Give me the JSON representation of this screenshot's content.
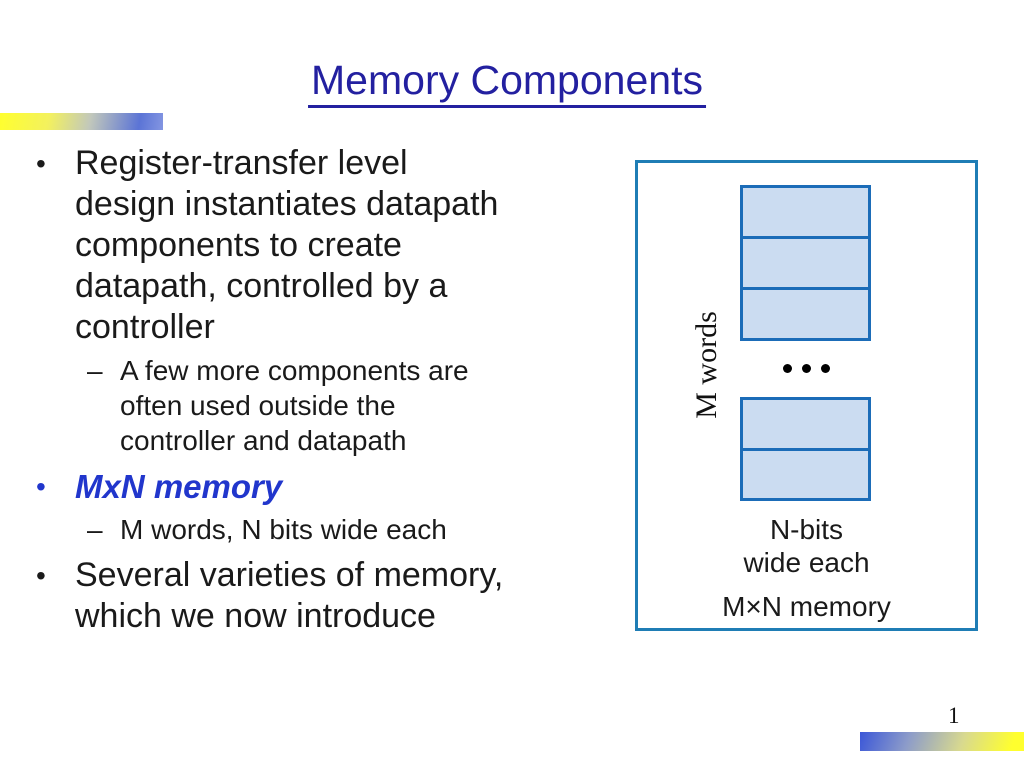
{
  "title": {
    "text": "Memory Components"
  },
  "bullets": [
    {
      "marker": "•",
      "text": "Register-transfer level\ndesign instantiates datapath\ncomponents to create\ndatapath, controlled by a\ncontroller"
    },
    {
      "marker": "–",
      "text": "A few more components are\noften used outside the\ncontroller and datapath"
    },
    {
      "marker": "•",
      "text": "MxN memory"
    },
    {
      "marker": "–",
      "text": "M words, N bits wide each"
    },
    {
      "marker": "•",
      "text": "Several varieties of memory,\nwhich we now introduce"
    }
  ],
  "diagram": {
    "m_words_label": "M words",
    "n_bits_label": "N-bits\nwide each",
    "mxn_label": "M×N memory",
    "top_rows": 3,
    "bottom_rows": 2,
    "dots_count": 3
  },
  "footer": {
    "page_number": "1"
  },
  "colors": {
    "title_blue": "#2320a0",
    "accent_blue": "#2136cc",
    "diagram_border": "#1f7db5",
    "row_border": "#1b6cb8",
    "row_fill": "#cbdcf1",
    "gradient_yellow": "#ffff2e",
    "gradient_blue": "#3b57d8"
  }
}
